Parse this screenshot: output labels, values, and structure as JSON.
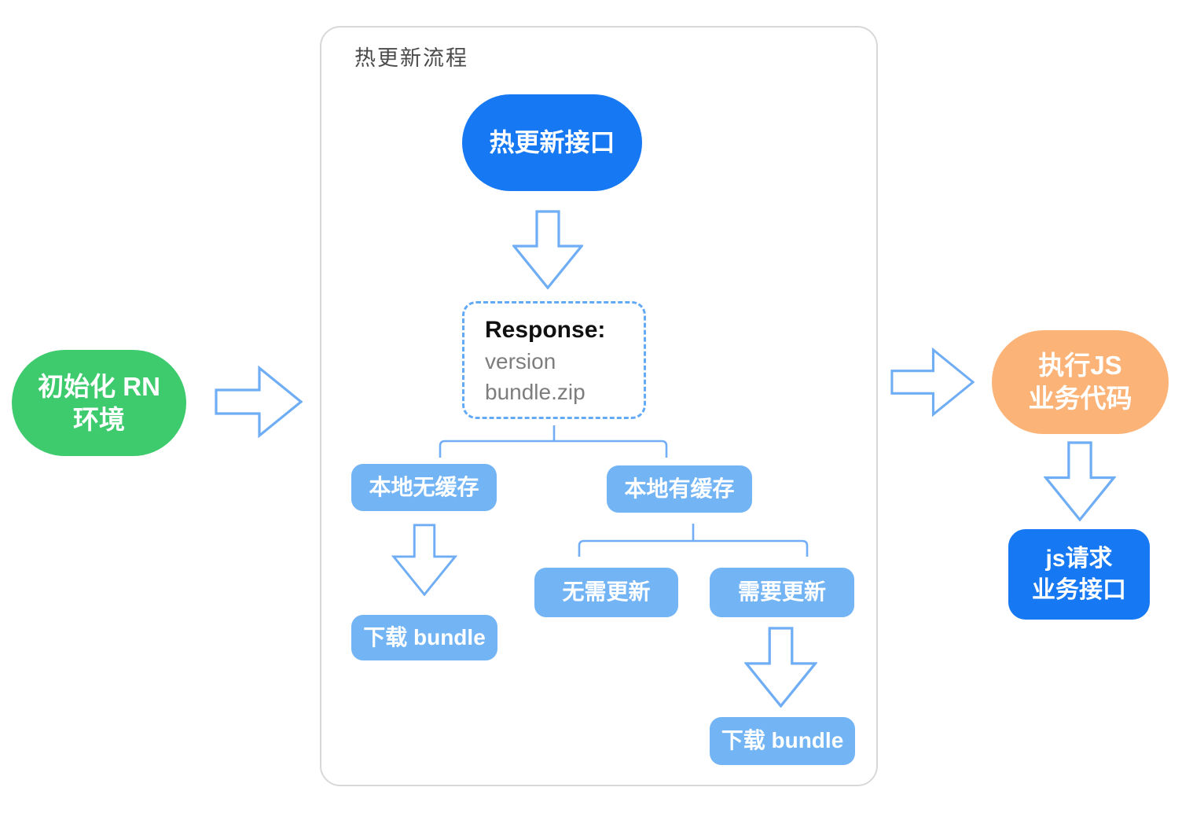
{
  "flow": {
    "container_title": "热更新流程",
    "start": {
      "line1": "初始化 RN",
      "line2": "环境"
    },
    "api_label": "热更新接口",
    "response": {
      "heading": "Response:",
      "items": [
        "version",
        "bundle.zip"
      ]
    },
    "branch_no_cache": "本地无缓存",
    "branch_has_cache": "本地有缓存",
    "download_left": "下载 bundle",
    "no_update": "无需更新",
    "need_update": "需要更新",
    "download_right": "下载 bundle",
    "exec_js": {
      "line1": "执行JS",
      "line2": "业务代码"
    },
    "js_request": {
      "line1": "js请求",
      "line2": "业务接口"
    }
  },
  "colors": {
    "primary_blue": "#1678f2",
    "light_blue": "#73b4f5",
    "green": "#3ecb6e",
    "orange": "#fbb377",
    "arrow_stroke": "#6fadf5",
    "connector_line": "#72aef5",
    "panel_border": "#d8d8d8",
    "dashed_border": "#62a9f6",
    "title_text": "#4b4b4b",
    "response_heading_text": "#101010",
    "response_body_text": "#7d7d7d",
    "node_text": "#ffffff"
  }
}
